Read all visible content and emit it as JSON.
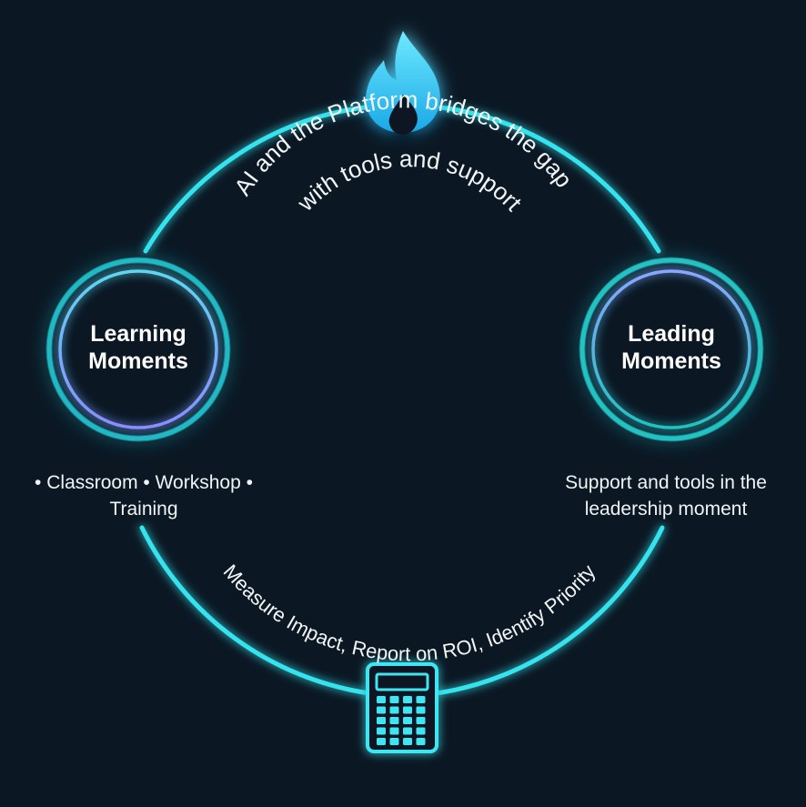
{
  "colors": {
    "background": "#0b1824",
    "ring": "#35e3ee",
    "node_ring_outer": "#1fb9c4",
    "node_ring_inner": "#7ea2ff",
    "icon_glow": "#2fd8ff"
  },
  "icons": {
    "top": "flame-icon",
    "bottom": "calculator-icon"
  },
  "arc_top": {
    "line1": "AI and the Platform bridges the gap",
    "line2": "with tools and support"
  },
  "arc_bottom": {
    "text": "Measure Impact, Report on ROI, Identify Priority"
  },
  "left_node": {
    "line1": "Learning",
    "line2": "Moments",
    "caption_line1": "• Classroom • Workshop •",
    "caption_line2": "Training"
  },
  "right_node": {
    "line1": "Leading",
    "line2": "Moments",
    "caption_line1": "Support and tools in the",
    "caption_line2": "leadership moment"
  }
}
